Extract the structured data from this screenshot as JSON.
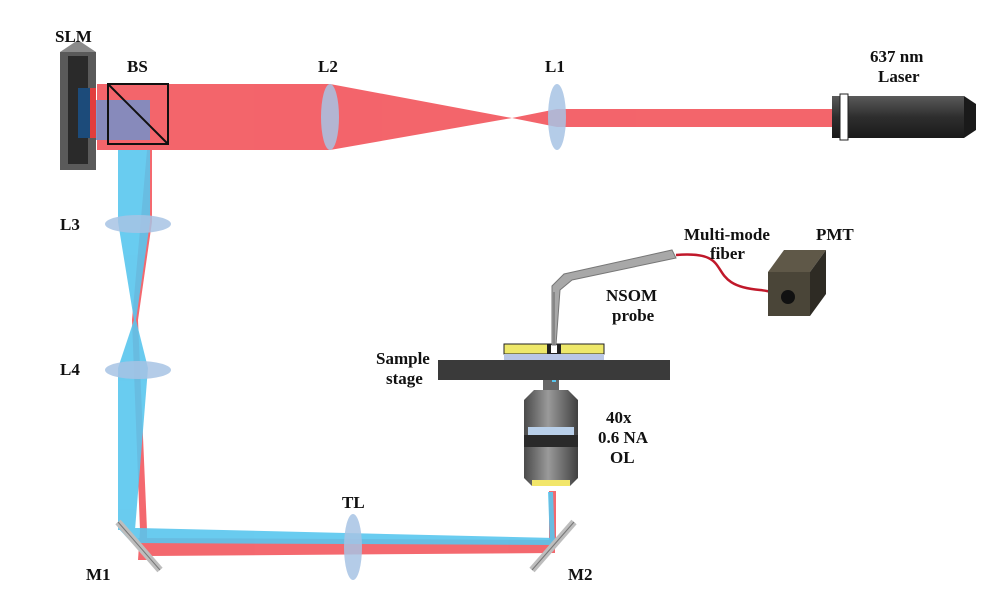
{
  "labels": {
    "slm": "SLM",
    "bs": "BS",
    "l2": "L2",
    "l1": "L1",
    "laser_line1": "637 nm",
    "laser_line2": "Laser",
    "l3": "L3",
    "l4": "L4",
    "fiber_line1": "Multi-mode",
    "fiber_line2": "fiber",
    "pmt": "PMT",
    "nsom_line1": "NSOM",
    "nsom_line2": "probe",
    "stage_line1": "Sample",
    "stage_line2": "stage",
    "ol_line1": "40x",
    "ol_line2": "0.6 NA",
    "ol_line3": "OL",
    "tl": "TL",
    "m1": "M1",
    "m2": "M2"
  },
  "colors": {
    "red_beam": "#f2545b",
    "blue_beam": "#59c6ee",
    "overlap_beam": "#8899c4",
    "lens": "#a7c3e4",
    "slm_frame": "#4a4a4a",
    "laser_body": "#3c3c3c",
    "stage": "#3a3a3a",
    "sample": "#eee86a",
    "probe": "#a8a8a8",
    "fiber": "#c0182a",
    "pmt_body": "#4a4538"
  }
}
